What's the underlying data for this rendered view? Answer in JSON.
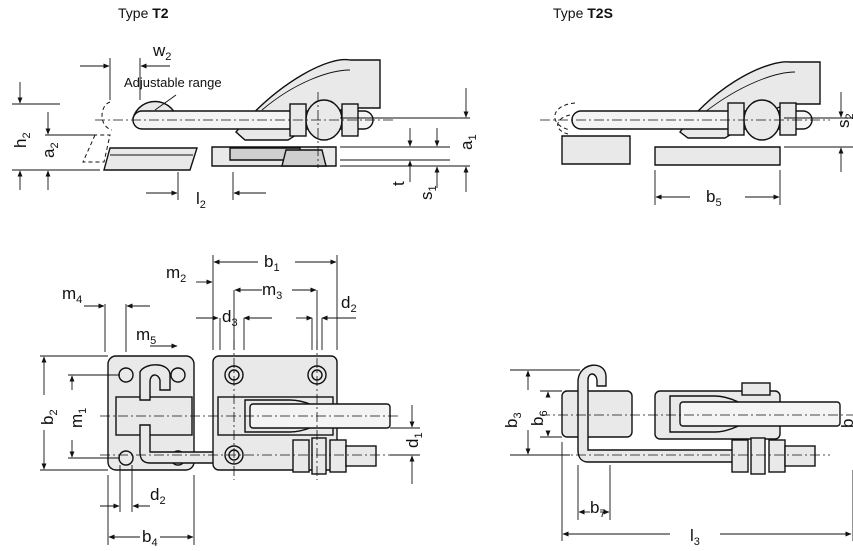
{
  "views": {
    "t2": {
      "prefix": "Type ",
      "name": "T2"
    },
    "t2s": {
      "prefix": "Type ",
      "name": "T2S"
    }
  },
  "annotations": {
    "adjustable_range": "Adjustable range"
  },
  "dimensions": {
    "h2": {
      "base": "h",
      "sub": "2"
    },
    "a2": {
      "base": "a",
      "sub": "2"
    },
    "w2": {
      "base": "w",
      "sub": "2"
    },
    "a1": {
      "base": "a",
      "sub": "1"
    },
    "t": {
      "base": "t",
      "sub": ""
    },
    "s1": {
      "base": "s",
      "sub": "1"
    },
    "l2": {
      "base": "l",
      "sub": "2"
    },
    "s2": {
      "base": "s",
      "sub": "2"
    },
    "b5": {
      "base": "b",
      "sub": "5"
    },
    "b1": {
      "base": "b",
      "sub": "1"
    },
    "m2": {
      "base": "m",
      "sub": "2"
    },
    "m3": {
      "base": "m",
      "sub": "3"
    },
    "m4": {
      "base": "m",
      "sub": "4"
    },
    "d3": {
      "base": "d",
      "sub": "3"
    },
    "d2_top": {
      "base": "d",
      "sub": "2"
    },
    "m5": {
      "base": "m",
      "sub": "5"
    },
    "b2": {
      "base": "b",
      "sub": "2"
    },
    "m1": {
      "base": "m",
      "sub": "1"
    },
    "d1": {
      "base": "d",
      "sub": "1"
    },
    "d2_bottom": {
      "base": "d",
      "sub": "2"
    },
    "b4": {
      "base": "b",
      "sub": "4"
    },
    "b3": {
      "base": "b",
      "sub": "3"
    },
    "b6": {
      "base": "b",
      "sub": "6"
    },
    "b_cut": {
      "base": "b",
      "sub": ""
    },
    "b7": {
      "base": "b",
      "sub": "7"
    },
    "l3": {
      "base": "l",
      "sub": "3"
    }
  }
}
